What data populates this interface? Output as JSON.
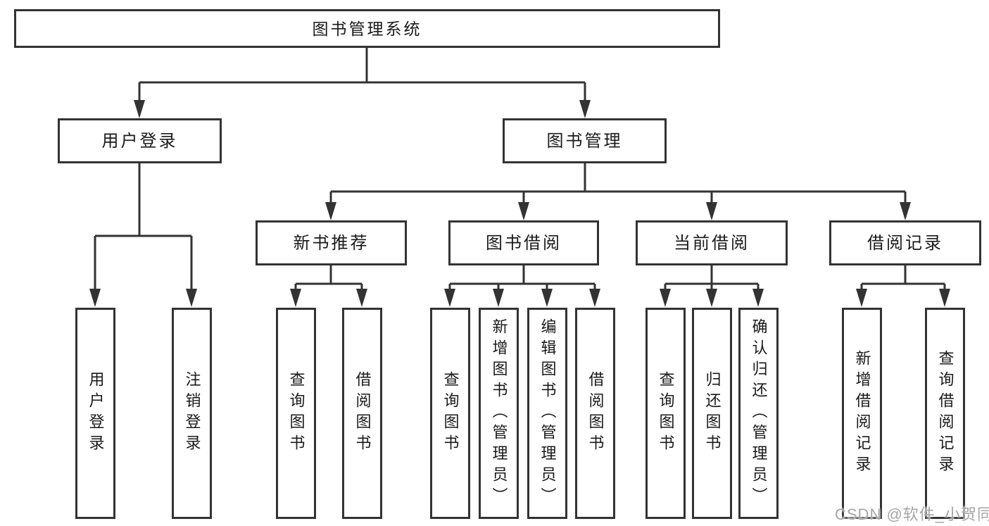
{
  "diagram": {
    "type": "hierarchy-tree",
    "root": {
      "label": "图书管理系统",
      "children": [
        {
          "label": "用户登录",
          "children": [
            {
              "label": "用户登录"
            },
            {
              "label": "注销登录"
            }
          ]
        },
        {
          "label": "图书管理",
          "children": [
            {
              "label": "新书推荐",
              "children": [
                {
                  "label": "查询图书"
                },
                {
                  "label": "借阅图书"
                }
              ]
            },
            {
              "label": "图书借阅",
              "children": [
                {
                  "label": "查询图书"
                },
                {
                  "label": "新增图书（管理员）"
                },
                {
                  "label": "编辑图书（管理员）"
                },
                {
                  "label": "借阅图书"
                }
              ]
            },
            {
              "label": "当前借阅",
              "children": [
                {
                  "label": "查询图书"
                },
                {
                  "label": "归还图书"
                },
                {
                  "label": "确认归还（管理员）"
                }
              ]
            },
            {
              "label": "借阅记录",
              "children": [
                {
                  "label": "新增借阅记录"
                },
                {
                  "label": "查询借阅记录"
                }
              ]
            }
          ]
        }
      ]
    }
  },
  "watermark": {
    "text": "CSDN @软件_小贺同学"
  },
  "colors": {
    "line": "#333333",
    "box_border": "#333333",
    "text": "#1a1a1a",
    "background": "#ffffff",
    "watermark": "#a0a0a0"
  }
}
